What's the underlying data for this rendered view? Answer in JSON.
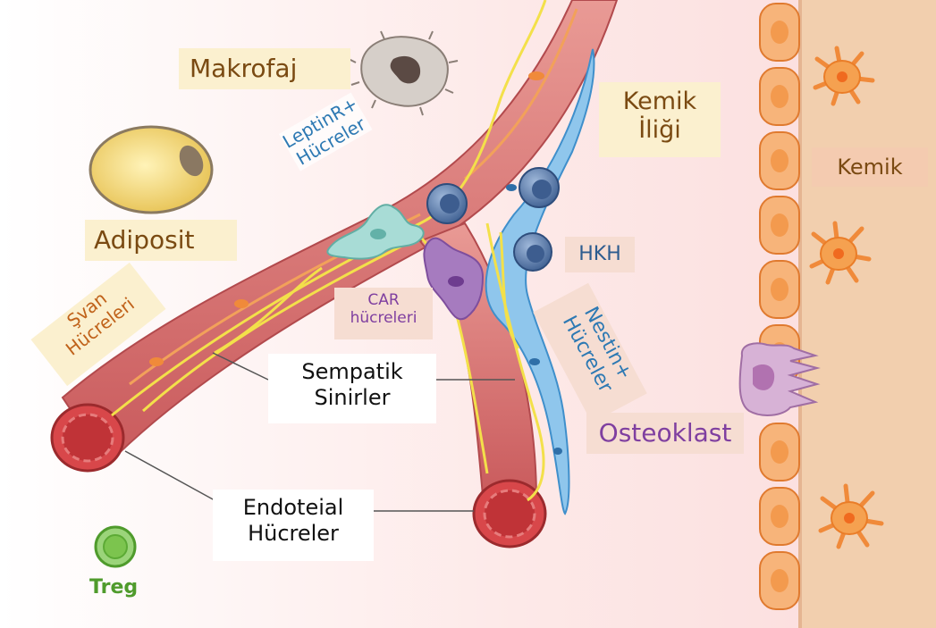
{
  "labels": {
    "makrofaj": "Makrofaj",
    "kemik_iligi": [
      "Kemik",
      "İliği"
    ],
    "kemik": "Kemik",
    "adiposit": "Adiposit",
    "leptinr": [
      "LeptinR+",
      "Hücreler"
    ],
    "hkh": "HKH",
    "car": [
      "CAR",
      "hücreleri"
    ],
    "nestin": [
      "Nestin+",
      "Hücreler"
    ],
    "sivan": [
      "Şvan",
      "Hücreleri"
    ],
    "sempatik": [
      "Sempatik",
      "Sinirler"
    ],
    "osteoklast": "Osteoklast",
    "endoteial": [
      "Endoteial",
      "Hücreler"
    ],
    "treg": "Treg"
  },
  "colors": {
    "vessel": "#d9797a",
    "vessel_dark": "#b83c3f",
    "nerve": "#f3e04a",
    "nestin": "#8fc6ec",
    "leptin": "#a8dcd6",
    "hsc": "#4f74a8",
    "car": "#a67bbf",
    "osteoclast": "#caa3c8",
    "bone": "#f2cfae",
    "osteoblast": "#f3a262",
    "treg": "#7cc44e",
    "brown_text": "#7a4a12",
    "blue_text": "#2d79b3",
    "purple_text": "#7f3fa0"
  }
}
